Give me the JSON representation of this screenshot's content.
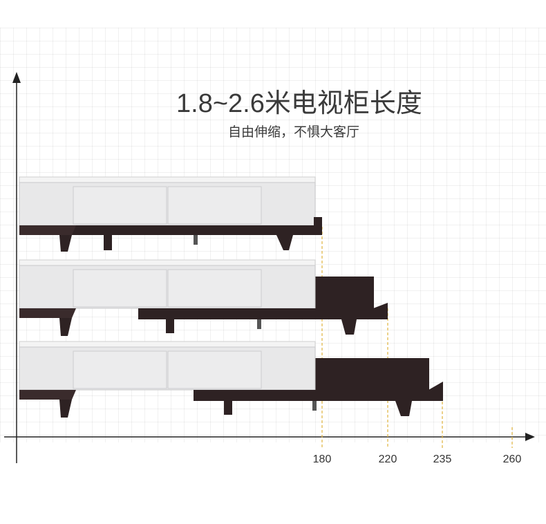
{
  "title": "1.8~2.6米电视柜长度",
  "subtitle": "自由伸缩，不惧大客厅",
  "x_ticks": [
    "180",
    "220",
    "235",
    "260"
  ],
  "colors": {
    "cabinet_white": "#e9e9ea",
    "cabinet_dark": "#2e2223",
    "axis": "#222222",
    "guide": "#e2b84a"
  },
  "items": [
    {
      "name": "tv-cabinet-180",
      "length": 180
    },
    {
      "name": "tv-cabinet-220",
      "length": 220
    },
    {
      "name": "tv-cabinet-235",
      "length": 235
    }
  ]
}
